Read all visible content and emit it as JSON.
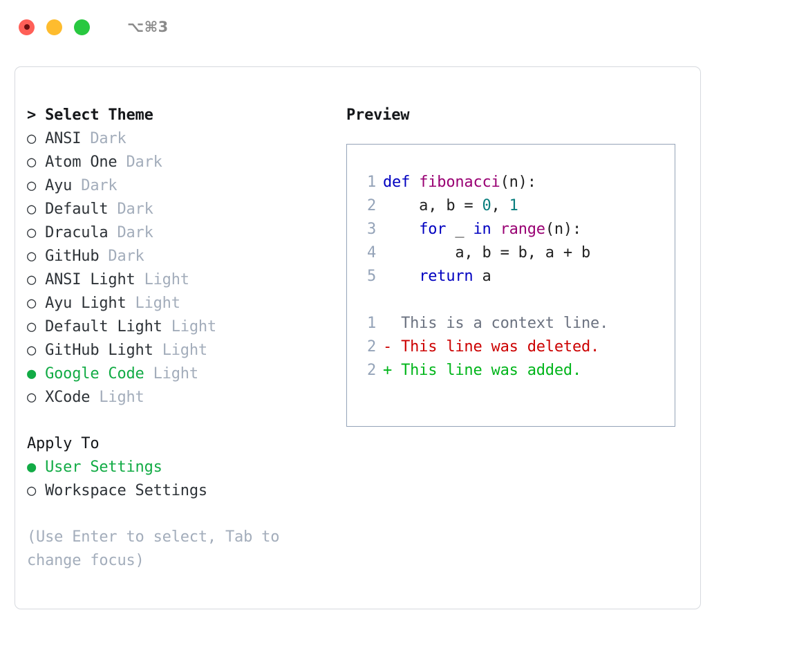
{
  "titlebar": {
    "shortcut": "⌥⌘3",
    "buttons": [
      "close",
      "minimize",
      "maximize"
    ]
  },
  "theme_picker": {
    "header": "> Select Theme",
    "header_prefix": ">",
    "header_label": "Select Theme",
    "selected_bullet": "●",
    "unselected_bullet": "○",
    "selected_color": "#12ab45",
    "category_color": "#a3adbb",
    "items": [
      {
        "bullet": "○",
        "name": "ANSI",
        "category": "Dark",
        "selected": false
      },
      {
        "bullet": "○",
        "name": "Atom One",
        "category": "Dark",
        "selected": false
      },
      {
        "bullet": "○",
        "name": "Ayu",
        "category": "Dark",
        "selected": false
      },
      {
        "bullet": "○",
        "name": "Default",
        "category": "Dark",
        "selected": false
      },
      {
        "bullet": "○",
        "name": "Dracula",
        "category": "Dark",
        "selected": false
      },
      {
        "bullet": "○",
        "name": "GitHub",
        "category": "Dark",
        "selected": false
      },
      {
        "bullet": "○",
        "name": "ANSI Light",
        "category": "Light",
        "selected": false
      },
      {
        "bullet": "○",
        "name": "Ayu Light",
        "category": "Light",
        "selected": false
      },
      {
        "bullet": "○",
        "name": "Default Light",
        "category": "Light",
        "selected": false
      },
      {
        "bullet": "○",
        "name": "GitHub Light",
        "category": "Light",
        "selected": false
      },
      {
        "bullet": "●",
        "name": "Google Code",
        "category": "Light",
        "selected": true
      },
      {
        "bullet": "○",
        "name": "XCode",
        "category": "Light",
        "selected": false
      }
    ]
  },
  "apply_to": {
    "header": "Apply To",
    "options": [
      {
        "bullet": "●",
        "label": "User Settings",
        "selected": true
      },
      {
        "bullet": "○",
        "label": "Workspace Settings",
        "selected": false
      }
    ]
  },
  "hint": "(Use Enter to select, Tab to change focus)",
  "preview": {
    "title": "Preview",
    "code_lines": [
      {
        "lineno": "1",
        "tokens": [
          {
            "text": "def ",
            "type": "kw"
          },
          {
            "text": "fibonacci",
            "type": "fn"
          },
          {
            "text": "(n):",
            "type": "plain"
          }
        ]
      },
      {
        "lineno": "2",
        "tokens": [
          {
            "text": "    a, b = ",
            "type": "plain"
          },
          {
            "text": "0",
            "type": "num"
          },
          {
            "text": ", ",
            "type": "plain"
          },
          {
            "text": "1",
            "type": "num"
          }
        ]
      },
      {
        "lineno": "3",
        "tokens": [
          {
            "text": "    ",
            "type": "plain"
          },
          {
            "text": "for",
            "type": "kw"
          },
          {
            "text": " _ ",
            "type": "plain"
          },
          {
            "text": "in",
            "type": "kw"
          },
          {
            "text": " ",
            "type": "plain"
          },
          {
            "text": "range",
            "type": "fn"
          },
          {
            "text": "(n):",
            "type": "plain"
          }
        ]
      },
      {
        "lineno": "4",
        "tokens": [
          {
            "text": "        a, b = b, a + b",
            "type": "plain"
          }
        ]
      },
      {
        "lineno": "5",
        "tokens": [
          {
            "text": "    ",
            "type": "plain"
          },
          {
            "text": "return",
            "type": "kw"
          },
          {
            "text": " a",
            "type": "plain"
          }
        ]
      }
    ],
    "diff_lines": [
      {
        "lineno": "1",
        "marker": " ",
        "text": "  This is a context line.",
        "type": "ctx"
      },
      {
        "lineno": "2",
        "marker": "-",
        "text": "- This line was deleted.",
        "type": "del"
      },
      {
        "lineno": "2",
        "marker": "+",
        "text": "+ This line was added.",
        "type": "add"
      }
    ],
    "colors": {
      "keyword": "#0000c0",
      "function": "#990073",
      "number": "#077d7d",
      "plain": "#222222",
      "linenumber": "#94a3b8",
      "context": "#6b7280",
      "deleted": "#cc0000",
      "added": "#00b51a",
      "border": "#94a3b8"
    }
  }
}
